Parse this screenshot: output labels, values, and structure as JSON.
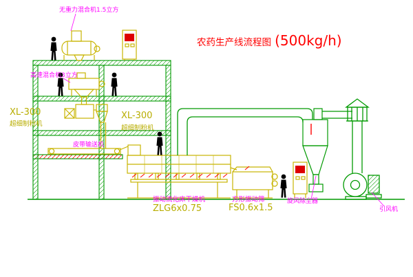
{
  "title": {
    "main": "农药生产线流程图",
    "capacity": "(500kg/h)"
  },
  "labels": {
    "gravity_mixer": "无重力混合机1.5立方",
    "high_speed_mixer": "高速混合机3立方",
    "mill_left_model": "XL-300",
    "mill_left_name": "超细制粉机",
    "mill_center_model": "XL-300",
    "mill_center_name": "超细制粉机",
    "belt_conveyor": "皮带输送机",
    "dryer_name": "振动流化床干燥机",
    "dryer_model": "ZLG6x0.75",
    "screen_name": "方形振动筛",
    "screen_model": "FS0.6x1.5",
    "cyclone": "旋风除尘器",
    "induced_draft_fan": "引风机"
  },
  "colors": {
    "structure_green": "#009900",
    "equipment_yellow": "#c8b400",
    "label_magenta": "#ff00ff",
    "label_yellow": "#b8ad00",
    "title_red": "#ff0000",
    "display_red": "#dd0000",
    "figure_black": "#000000",
    "background": "#ffffff"
  }
}
